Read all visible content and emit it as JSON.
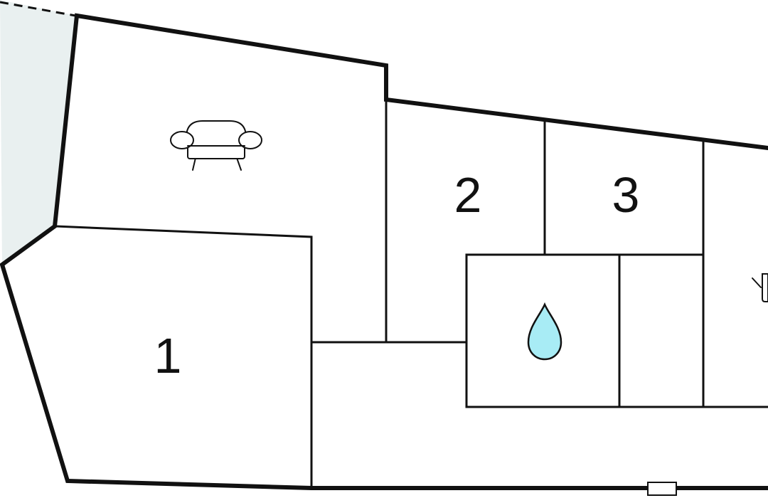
{
  "floorplan": {
    "rooms": [
      {
        "id": "bedroom-1",
        "label": "1"
      },
      {
        "id": "bedroom-2",
        "label": "2"
      },
      {
        "id": "bedroom-3",
        "label": "3"
      }
    ],
    "icons": {
      "living_room": "sofa-icon",
      "bathroom": "water-drop-icon",
      "kitchen": "kettle-icon"
    },
    "colors": {
      "walls": "#111111",
      "terrace": "#e9f0f0",
      "water_drop": "#a8ecf5"
    }
  }
}
